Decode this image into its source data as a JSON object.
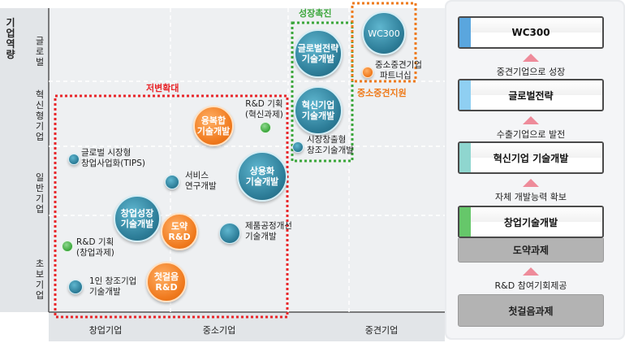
{
  "y_axis": {
    "title": "기업역량",
    "levels": [
      "글로벌",
      "혁신형기업",
      "일반기업",
      "초보기업"
    ]
  },
  "x_axis": {
    "labels": [
      "창업기업",
      "중소기업",
      "중견기업"
    ]
  },
  "regions": {
    "expansion": "저변확대",
    "growth": "성장촉진",
    "midsize": "중소중견지원"
  },
  "bubbles": {
    "wc300": "WC300",
    "global_strategy": [
      "글로벌전략",
      "기술개발"
    ],
    "innovative": [
      "혁신기업",
      "기술개발"
    ],
    "convergence": [
      "융복합",
      "기술개발"
    ],
    "commercialization": [
      "상용화",
      "기술개발"
    ],
    "startup_growth": [
      "창업성장",
      "기술개발"
    ],
    "leap_rnd": [
      "도약",
      "R&D"
    ],
    "first_step_rnd": [
      "첫걸음",
      "R&D"
    ]
  },
  "notes": {
    "midsize_partnership": [
      "중소중견기업",
      "파트너십"
    ],
    "rnd_planning_innov": [
      "R&D 기획",
      "(혁신과제)"
    ],
    "market_creation": [
      "시장창출형",
      "창조기술개발"
    ],
    "global_market_tips": [
      "글로벌 시장형",
      "창업사업화(TIPS)"
    ],
    "service_rnd": [
      "서비스",
      "연구개발"
    ],
    "process_improvement": [
      "제품공정개선",
      "기술개발"
    ],
    "rnd_planning_startup": [
      "R&D 기획",
      "(창업과제)"
    ],
    "one_person_creative": [
      "1인 창조기업",
      "기술개발"
    ]
  },
  "ladder": {
    "steps": [
      {
        "label": "WC300",
        "stripe": "#5aa6de"
      },
      {
        "label": "글로벌전략",
        "stripe": "#8fcff2"
      },
      {
        "label": "혁신기업 기술개발",
        "stripe": "#8fd6cf"
      },
      {
        "label": "창업기술개발",
        "stripe": "#66c76a"
      }
    ],
    "captions": [
      "중견기업으로 성장",
      "수출기업으로 발전",
      "자체 개발능력 확보",
      "R&D 참여기회제공"
    ],
    "leap_task": "도약과제",
    "first_task": "첫걸음과제"
  },
  "colors": {
    "red": "#e8262a",
    "green": "#3aa63a",
    "orange": "#ee7a1a",
    "teal": "#2d7d98",
    "arrow": "#ee8b9a"
  }
}
